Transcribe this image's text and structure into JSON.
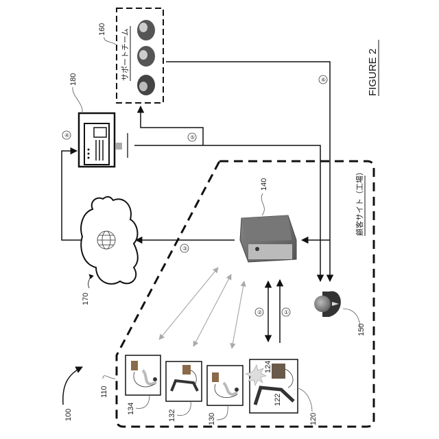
{
  "figure": {
    "title": "FIGURE 2",
    "overall_ref": "100"
  },
  "support_team": {
    "ref": "160",
    "label": "サポートチーム",
    "members": 3
  },
  "terminal": {
    "ref": "180"
  },
  "cloud": {
    "ref": "170"
  },
  "gateway": {
    "ref": "140"
  },
  "operator": {
    "ref": "150"
  },
  "customer_site": {
    "label": "顧客サイト（工場）",
    "ref": "110"
  },
  "devices": [
    {
      "ref": "134",
      "type": "robot-arm-light"
    },
    {
      "ref": "132",
      "type": "robot-arm-dark"
    },
    {
      "ref": "130",
      "type": "robot-arm-light"
    },
    {
      "ref": "120",
      "type": "robot-arm-dark-fault",
      "sub_refs": [
        "122",
        "124"
      ]
    }
  ],
  "steps": [
    "①",
    "②",
    "③",
    "④",
    "⑤",
    "⑥"
  ],
  "colors": {
    "line": "#111111",
    "wireless": "#aaaaaa",
    "device_dark": "#555555"
  }
}
